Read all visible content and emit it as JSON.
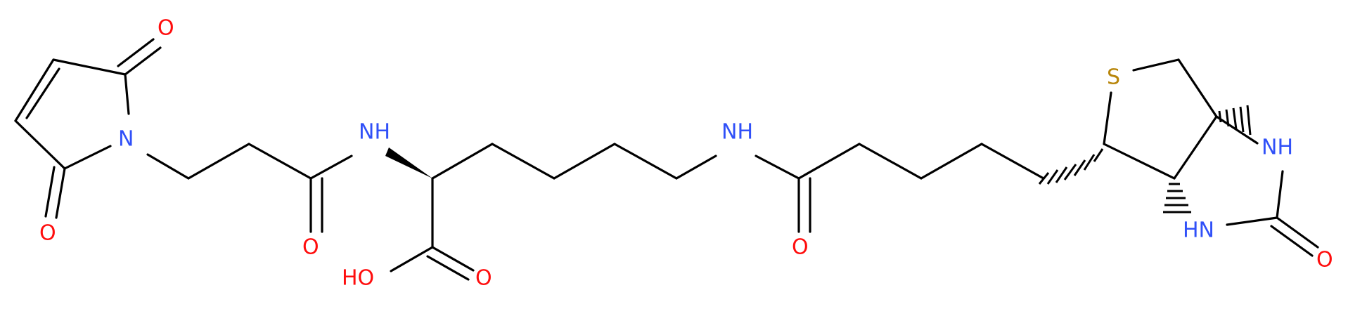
{
  "molecule": {
    "colors": {
      "bond": "#000000",
      "oxygen": "#ff0d0d",
      "nitrogen": "#3050f8",
      "sulfur": "#b8860b"
    },
    "atoms": {
      "o_maleimide_top": "O",
      "o_maleimide_bottom": "O",
      "n_maleimide": "N",
      "nh_amide_1": "NH",
      "o_amide_1": "O",
      "o_acid_carbonyl": "O",
      "oh_acid": "HO",
      "nh_amide_2": "NH",
      "o_amide_2": "O",
      "s_thiolane": "S",
      "nh_biotin_upper": "NH",
      "nh_biotin_lower": "HN",
      "o_urea": "O"
    }
  }
}
